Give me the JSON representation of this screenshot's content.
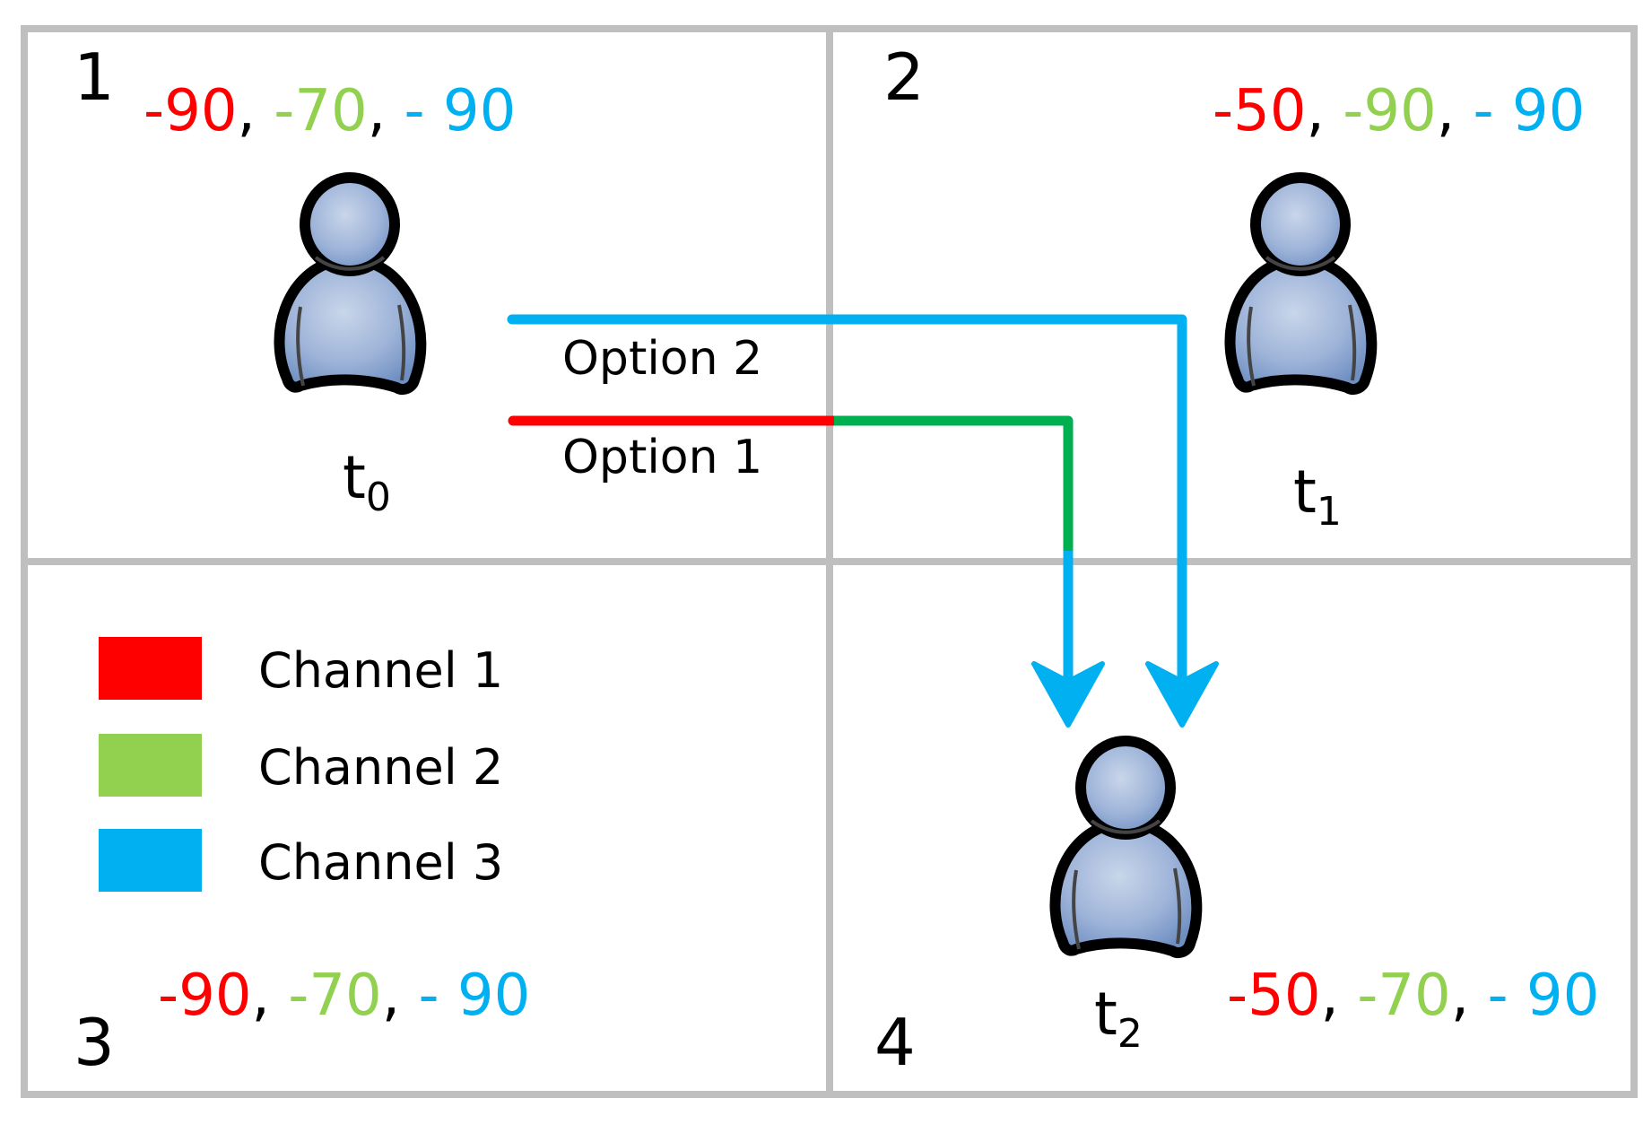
{
  "quadrants": [
    {
      "number": "1",
      "rssi": [
        "-90",
        "-70",
        "- 90"
      ]
    },
    {
      "number": "2",
      "rssi": [
        "-50",
        "-90",
        "- 90"
      ]
    },
    {
      "number": "3",
      "rssi": [
        "-90",
        "-70",
        "- 90"
      ]
    },
    {
      "number": "4",
      "rssi": [
        "-50",
        "-70",
        "- 90"
      ]
    }
  ],
  "separator": ",",
  "users": [
    {
      "label": "t",
      "subscript": "0"
    },
    {
      "label": "t",
      "subscript": "1"
    },
    {
      "label": "t",
      "subscript": "2"
    }
  ],
  "options": {
    "option1": "Option 1",
    "option2": "Option 2"
  },
  "legend": [
    {
      "label": "Channel 1",
      "color": "#fe0000"
    },
    {
      "label": "Channel 2",
      "color": "#92d050"
    },
    {
      "label": "Channel 3",
      "color": "#00b0f0"
    }
  ],
  "colors": {
    "channel1": "#fe0000",
    "channel2_path": "#00b050",
    "channel3": "#00b0f0",
    "grid": "#bfbfbf",
    "person_fill": "#8aa6cf"
  },
  "icons": [
    "person-icon"
  ]
}
